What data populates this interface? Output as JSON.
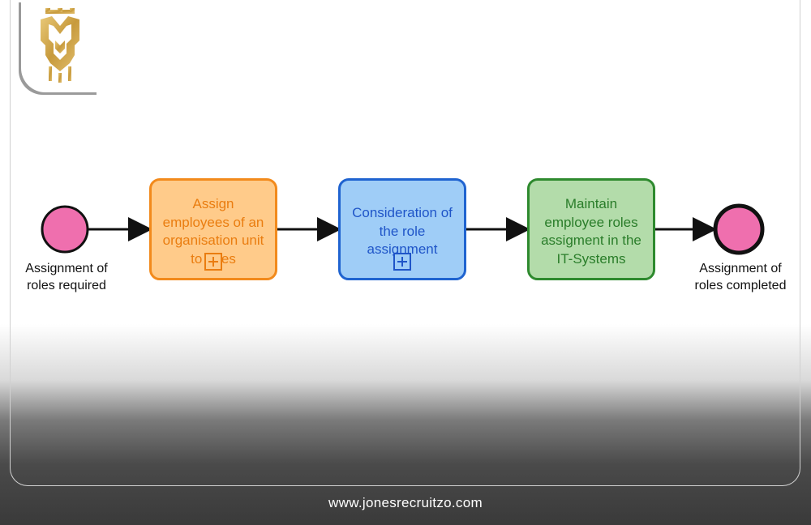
{
  "footer": {
    "website": "www.jonesrecruitzo.com"
  },
  "process": {
    "start_event": {
      "label": "Assignment of roles required",
      "lines": [
        "Assignment of",
        "roles required"
      ]
    },
    "tasks": [
      {
        "lines": [
          "Assign",
          "employees of an",
          "organisation unit",
          "to roles"
        ],
        "subprocess": true,
        "color": "#f28a1c",
        "fill": "#ffcb8a"
      },
      {
        "lines": [
          "Consideration of",
          "the role",
          "assignment"
        ],
        "subprocess": true,
        "color": "#1f63d0",
        "fill": "#9fcdf7"
      },
      {
        "lines": [
          "Maintain",
          "employee roles",
          "assigment in the",
          "IT-Systems"
        ],
        "subprocess": false,
        "color": "#2e8a2e",
        "fill": "#b3dcaa"
      }
    ],
    "end_event": {
      "label": "Assignment of roles completed",
      "lines": [
        "Assignment of",
        "roles completed"
      ]
    },
    "event_fill": "#ef6fae"
  },
  "icons": {
    "logo": "lion-crest-logo",
    "subprocess_marker": "plus-square-icon"
  }
}
